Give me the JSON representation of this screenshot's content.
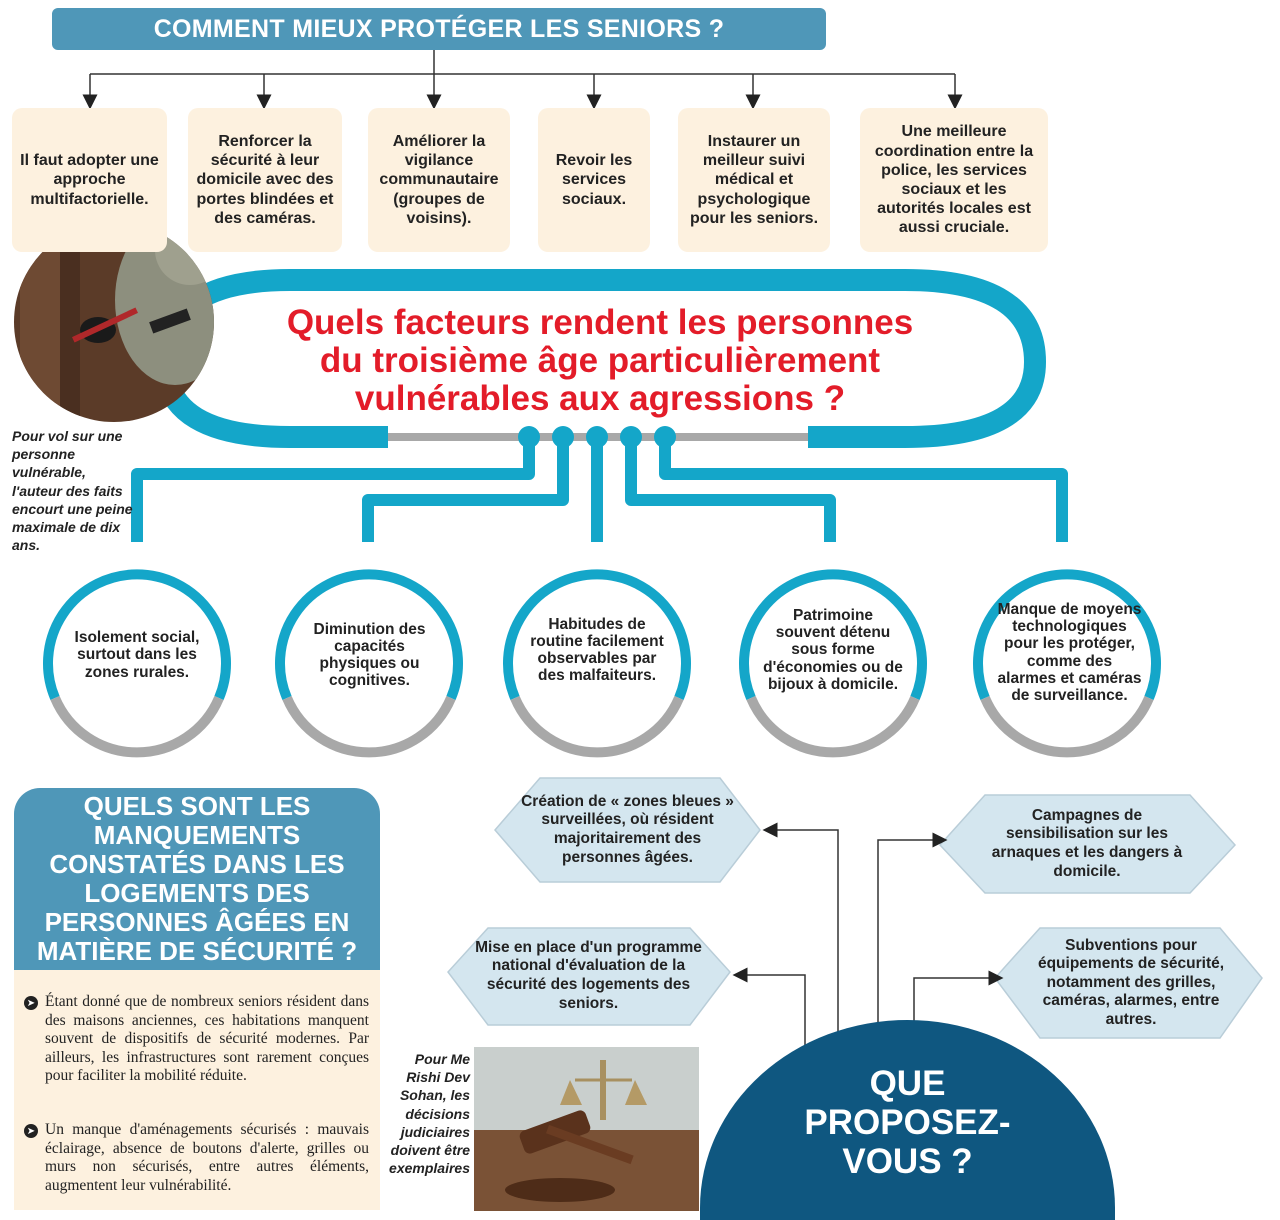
{
  "header": {
    "title": "COMMENT MIEUX PROTÉGER LES SENIORS ?"
  },
  "protect_boxes": [
    "Il faut adopter une approche multifactorielle.",
    "Renforcer la sécurité à leur domicile avec des portes blindées et des caméras.",
    "Améliorer la vigilance communautaire (groupes de voisins).",
    "Revoir les services sociaux.",
    "Instaurer un meilleur suivi médical et psychologique pour les seniors.",
    "Une meilleure coordination entre la police, les services sociaux et les autorités locales est aussi cruciale."
  ],
  "photo_caption": "Pour vol sur une personne vulnérable, l'auteur des faits encourt une peine maximale de dix ans.",
  "central_question": {
    "line1": "Quels facteurs rendent les personnes",
    "line2": "du troisième âge particulièrement",
    "line3": "vulnérables aux agressions ?"
  },
  "factors": [
    "Isolement social, surtout dans les zones rurales.",
    "Diminution des capacités physiques ou cognitives.",
    "Habitudes de routine facilement observables par des malfaiteurs.",
    "Patrimoine souvent détenu sous forme d'économies ou de bijoux à domicile.",
    "Manque de moyens technologiques pour les protéger, comme des alarmes et caméras de surveillance."
  ],
  "shortcomings": {
    "title": "QUELS SONT LES MANQUEMENTS CONSTATÉS DANS LES LOGEMENTS DES PERSONNES ÂGÉES EN MATIÈRE DE SÉCURITÉ ?",
    "bullets": [
      "Étant donné que de nombreux seniors résident dans des maisons anciennes, ces habitations manquent souvent de dispositifs de sécurité modernes. Par ailleurs, les infrastructures sont rarement conçues pour faciliter la mobilité réduite.",
      "Un manque d'aménagements sécurisés : mauvais éclairage, absence de boutons d'alerte, grilles ou murs non sécurisés, entre autres éléments, augmentent leur vulnérabilité."
    ]
  },
  "gavel_caption": {
    "line1": "Pour Me",
    "line2": "Rishi Dev",
    "line3": "Sohan, les",
    "line4": "décisions",
    "line5": "judiciaires",
    "line6": "doivent être",
    "line7": "exemplaires"
  },
  "proposals": {
    "title_line1": "QUE",
    "title_line2": "PROPOSEZ-",
    "title_line3": "VOUS ?",
    "items": [
      "Création de « zones bleues » surveillées, où résident majoritairement des personnes âgées.",
      "Mise en place d'un programme national d'évaluation de la sécurité des logements des seniors.",
      "Campagnes de sensibilisation sur les arnaques et les dangers à domicile.",
      "Subventions pour équipements de sécurité, notamment des grilles, caméras, alarmes, entre autres."
    ]
  },
  "colors": {
    "banner_blue": "#4f97b8",
    "teal": "#14a6c9",
    "question_red": "#e31c29",
    "cream": "#fdf1df",
    "navy": "#0f5780",
    "grey_ring": "#a8a8a8"
  }
}
